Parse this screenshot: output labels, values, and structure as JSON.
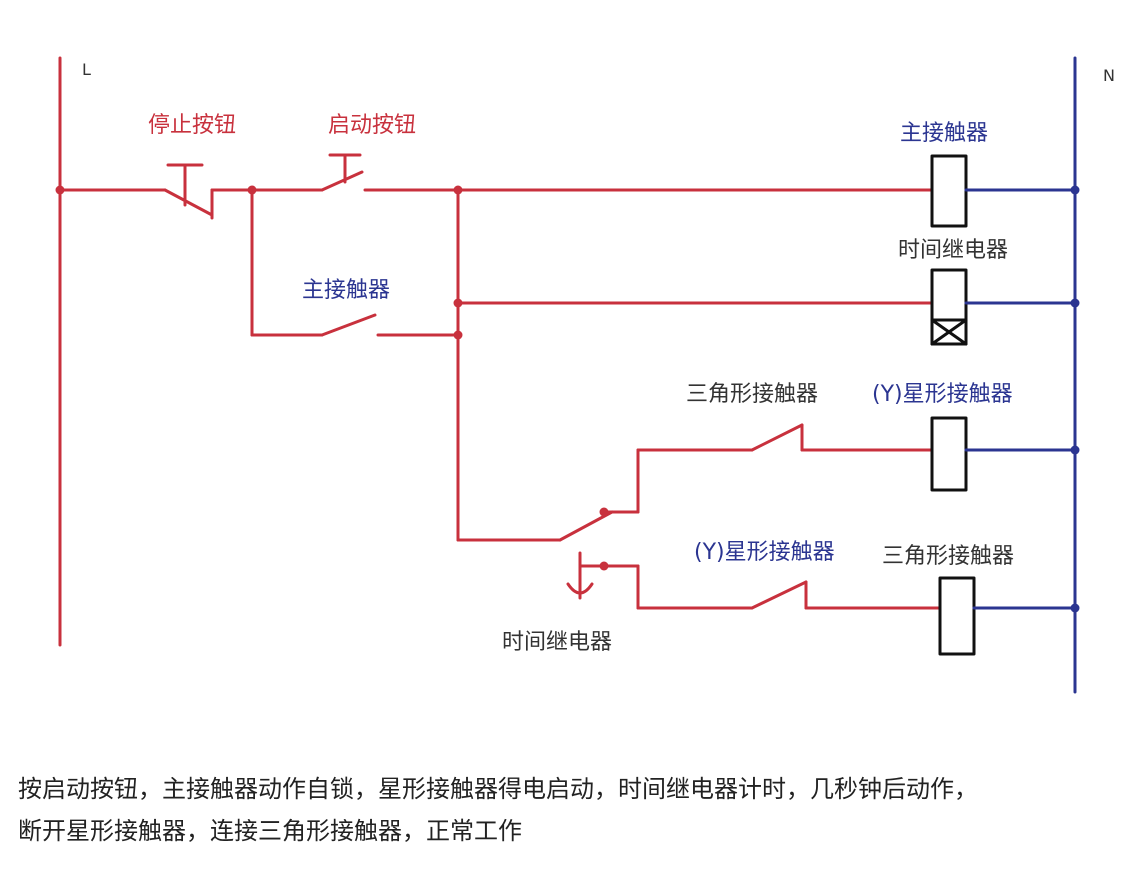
{
  "colors": {
    "red": "#c8313d",
    "blue": "#2b3591",
    "black": "#111111"
  },
  "labels": {
    "line_L": "L",
    "line_N": "N",
    "stop_button": "停止按钮",
    "start_button": "启动按钮",
    "main_contactor_coil": "主接触器",
    "timer_relay_coil": "时间继电器",
    "main_contactor_contact": "主接触器",
    "delta_contactor_contact": "三角形接触器",
    "star_contactor_coil": "(Y)星形接触器",
    "star_contactor_contact": "(Y)星形接触器",
    "delta_contactor_coil": "三角形接触器",
    "timer_relay_contact": "时间继电器"
  },
  "caption": {
    "line1": "按启动按钮，主接触器动作自锁，星形接触器得电启动，时间继电器计时，几秒钟后动作，",
    "line2": "断开星形接触器，连接三角形接触器，正常工作"
  }
}
